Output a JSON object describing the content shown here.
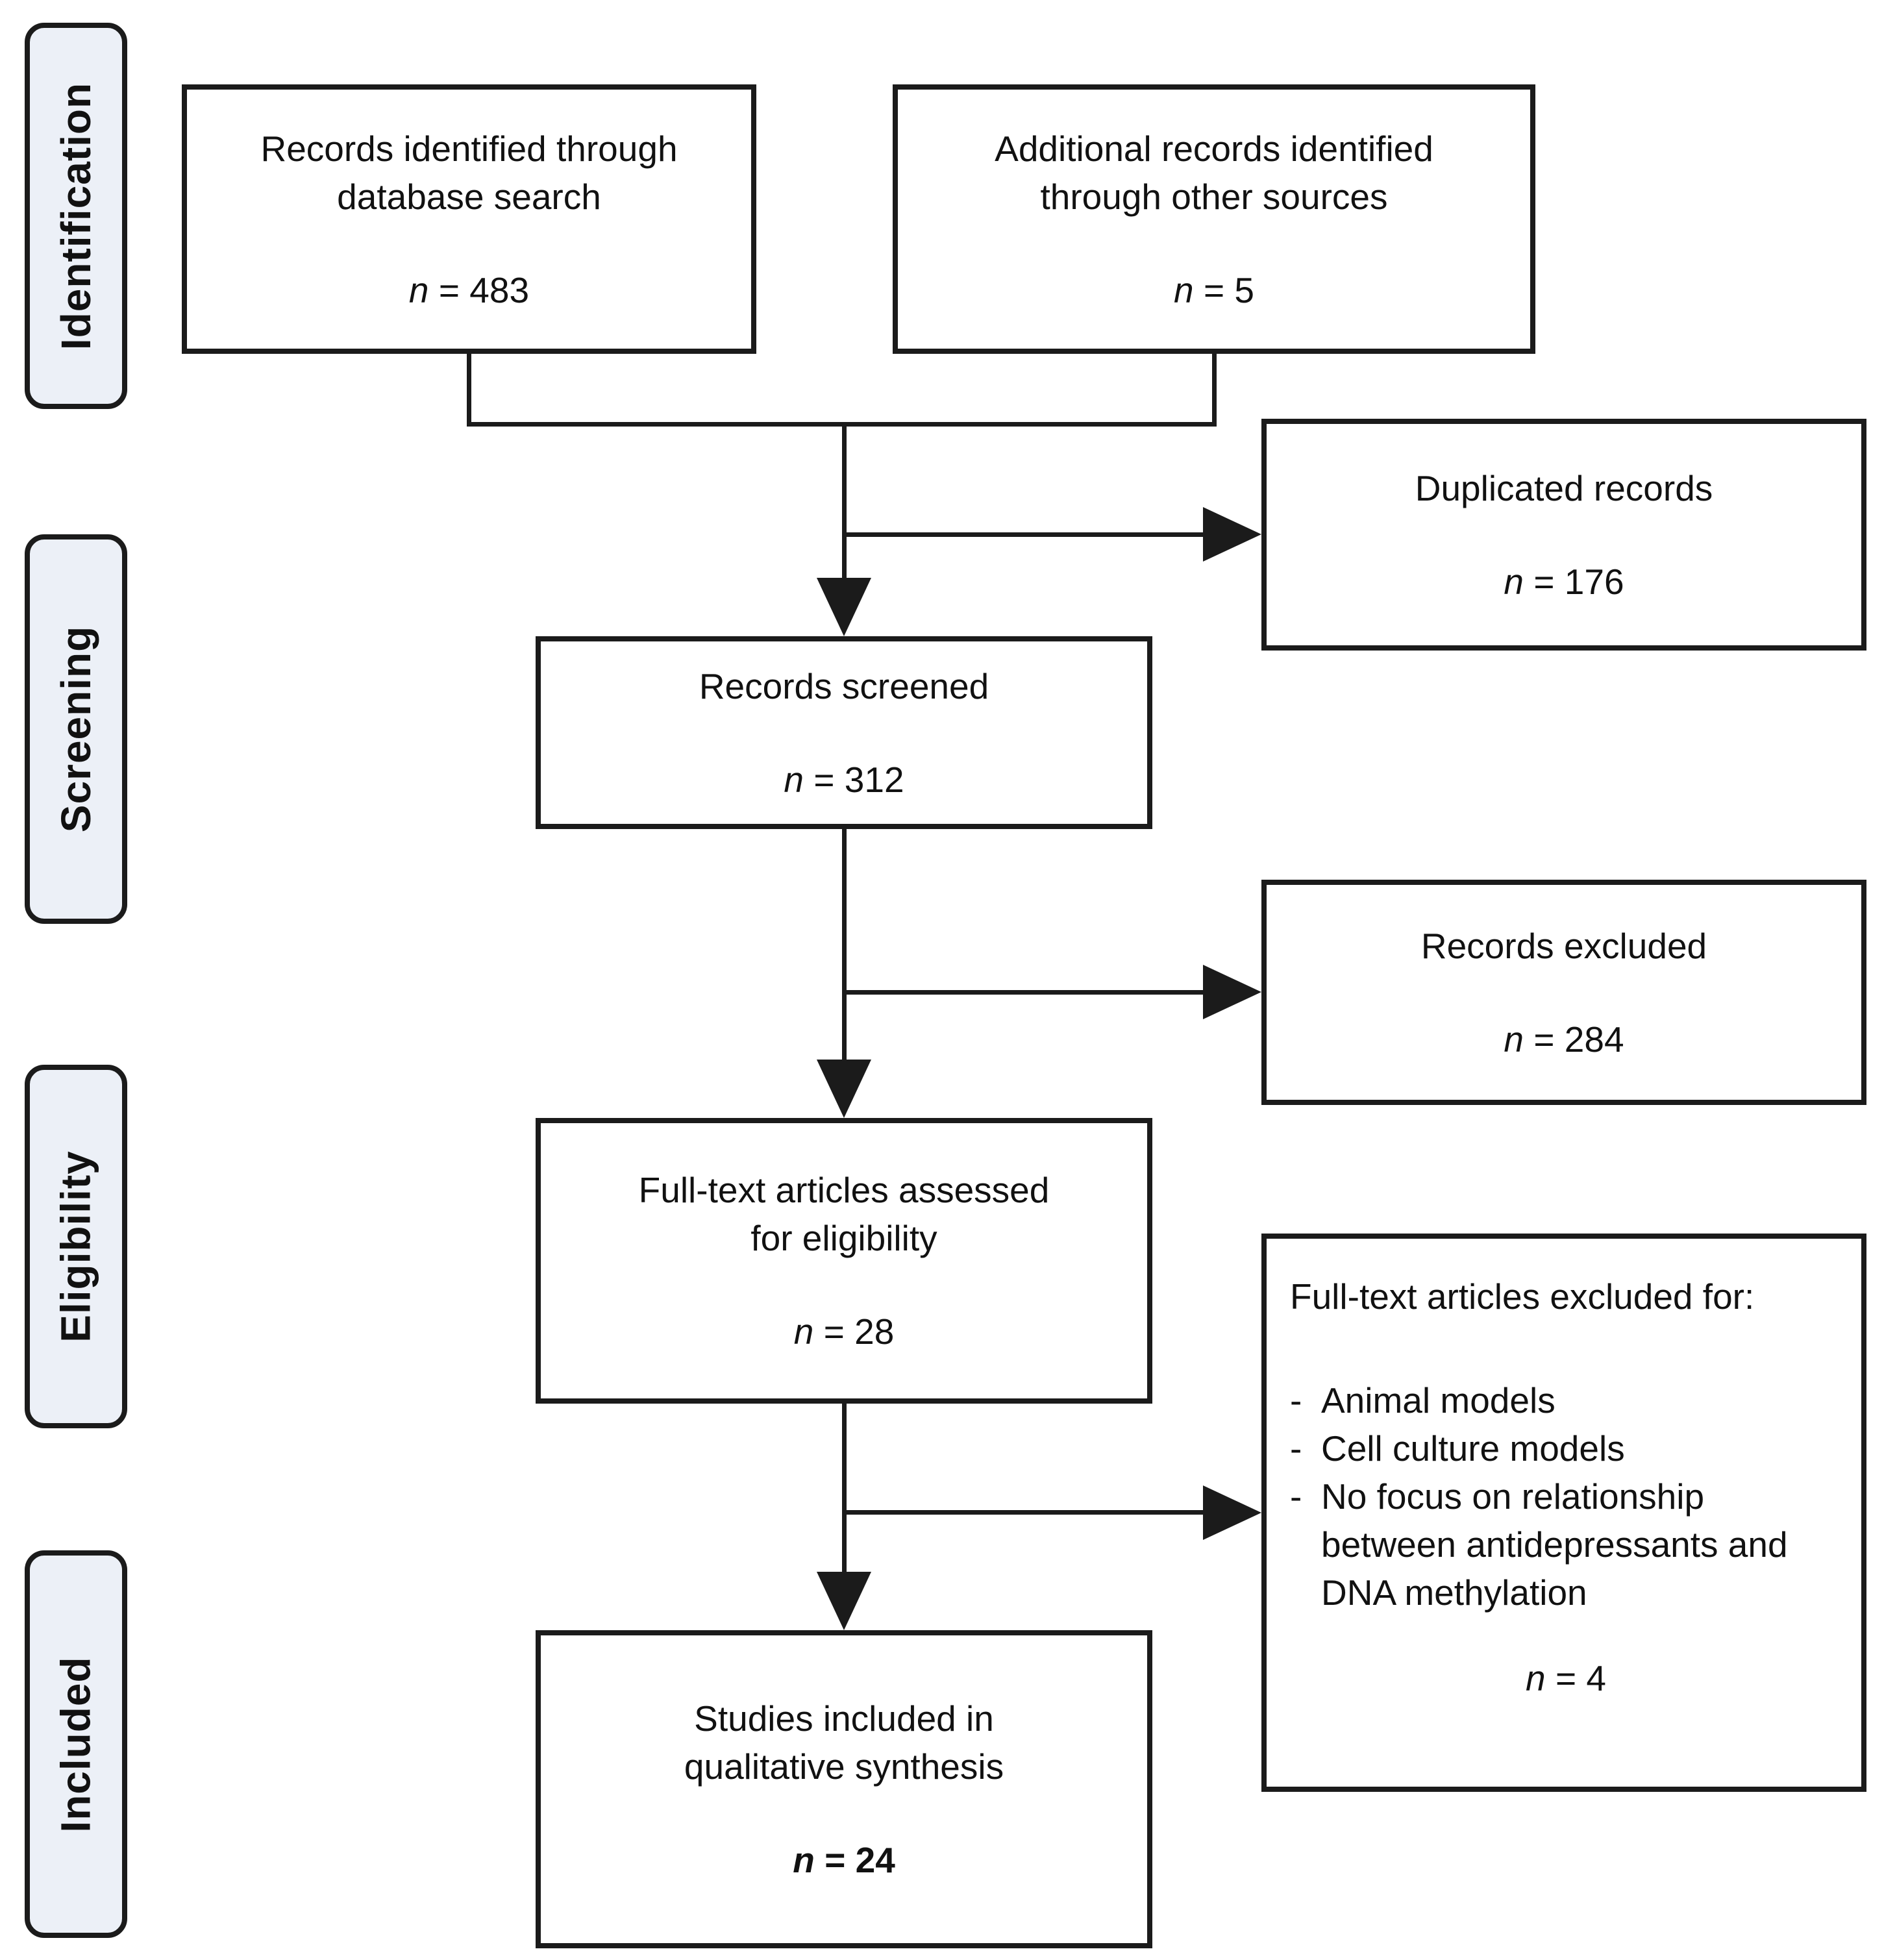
{
  "colors": {
    "stage_label_fill": "#ecf0f7",
    "line_color": "#1b1b1b",
    "box_background": "#ffffff"
  },
  "stage_labels": [
    {
      "label": "Identification"
    },
    {
      "label": "Screening"
    },
    {
      "label": "Eligibility"
    },
    {
      "label": "Included"
    }
  ],
  "boxes": {
    "identified": {
      "title_lines": [
        "Records identified through",
        "database search"
      ],
      "n_var": "n",
      "n_rest": "= 483"
    },
    "additional": {
      "title_lines": [
        "Additional records identified",
        "through other sources"
      ],
      "n_var": "n",
      "n_rest": "= 5"
    },
    "duplicated": {
      "title_lines": [
        "Duplicated records"
      ],
      "n_var": "n",
      "n_rest": "= 176"
    },
    "screened": {
      "title_lines": [
        "Records screened"
      ],
      "n_var": "n",
      "n_rest": "= 312"
    },
    "records_excluded": {
      "title_lines": [
        "Records excluded"
      ],
      "n_var": "n",
      "n_rest": "= 284"
    },
    "fulltext_assessed": {
      "title_lines": [
        "Full-text articles assessed",
        "for eligibility"
      ],
      "n_var": "n",
      "n_rest": "= 28"
    },
    "fulltext_excluded": {
      "title": "Full-text articles excluded for:",
      "bullet": "-",
      "items": [
        "Animal models",
        "Cell culture models",
        "No focus on relationship between antidepressants and DNA methylation"
      ],
      "n_var": "n",
      "n_rest": "= 4"
    },
    "included_studies": {
      "title_lines": [
        "Studies included in",
        "qualitative synthesis"
      ],
      "n_var": "n",
      "n_rest": "= 24"
    }
  }
}
